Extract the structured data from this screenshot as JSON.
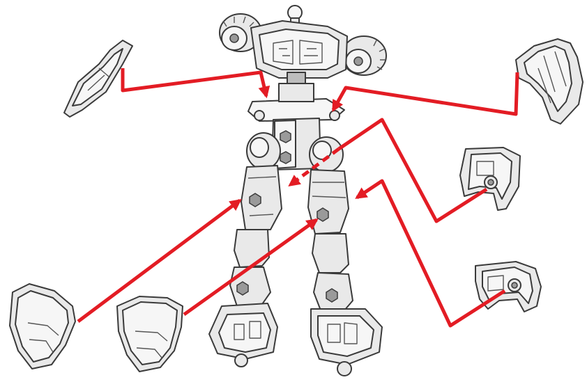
{
  "colors": {
    "arrow": "#e31c24",
    "part_fill": "#e9e9e9",
    "part_outline": "#3a3a3a",
    "background": "#ffffff"
  },
  "figure": {
    "subject": "robot-model-assembly",
    "parts": [
      "shoulder-wing-left",
      "shoulder-wing-right",
      "leg-armor-inner-upper",
      "leg-armor-inner-lower",
      "leg-armor-front-left",
      "leg-armor-front-right"
    ]
  }
}
